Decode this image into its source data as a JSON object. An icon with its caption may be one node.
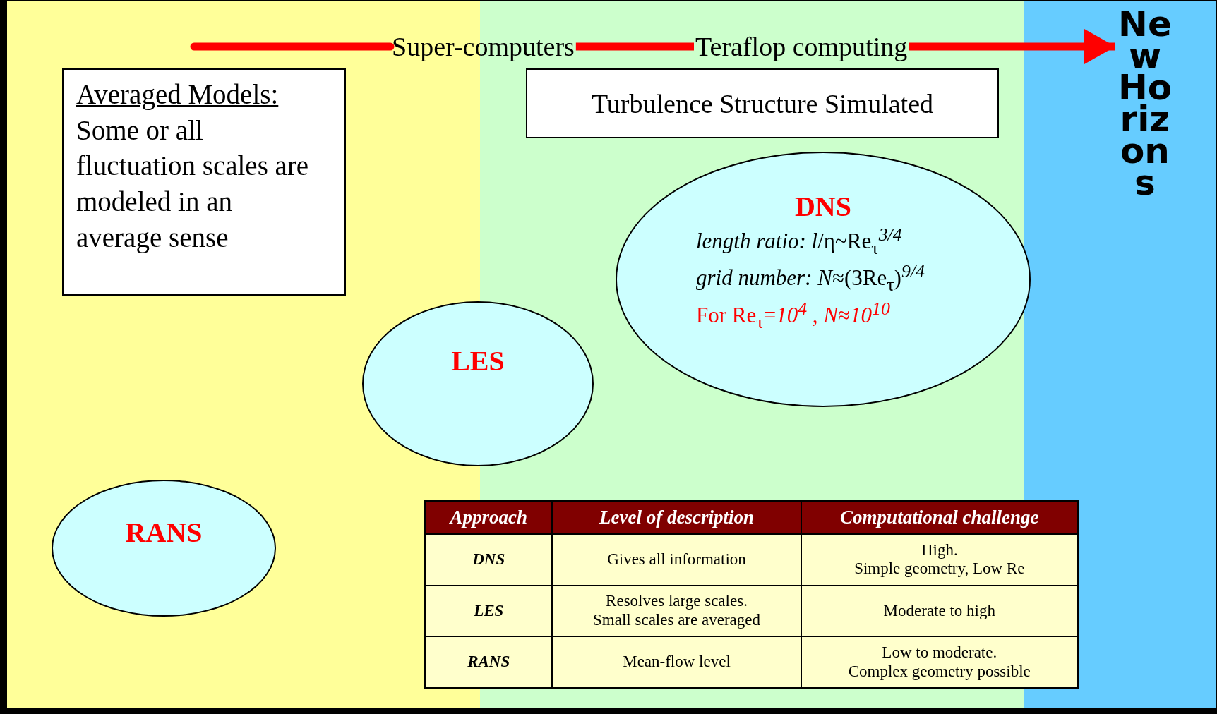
{
  "diagram": {
    "nodes": [
      {
        "text": [
          "Averaged Models:",
          "Some or all fluctuation scales are modeled in an average sense"
        ]
      },
      {
        "text": [
          "Turbulence Structure Simulated"
        ]
      },
      {
        "text": [
          "DNS",
          "*length ratio: l*/η~Re$_{τ}$$^{3/4}$",
          "*grid number: N*≈(3Re$_{τ}$)$^{9/4}$",
          "For Re$_{τ}$=*10*$^{4}$ , *N*≈*10*$^{10}$"
        ]
      },
      {
        "text": [
          "LES"
        ]
      },
      {
        "text": [
          "RANS"
        ]
      },
      {
        "text": [
          "Super-computers"
        ]
      },
      {
        "text": [
          "Teraflop computing"
        ]
      },
      {
        "text": [
          "New Horizons"
        ]
      }
    ],
    "edges": [
      {
        "from": null,
        "to": 5,
        "arrow": "none"
      },
      {
        "from": 5,
        "to": 6,
        "arrow": "none"
      },
      {
        "from": 6,
        "to": 7,
        "arrow": "to"
      }
    ],
    "labels": [
      "Approach",
      "Level of description",
      "Computational challenge",
      "DNS",
      "Gives all information",
      "High. Simple geometry, Low Re",
      "LES",
      "Resolves large scales. Small scales are averaged",
      "Moderate to high",
      "RANS",
      "Mean-flow level",
      "Low to moderate. Complex geometry possible"
    ]
  }
}
